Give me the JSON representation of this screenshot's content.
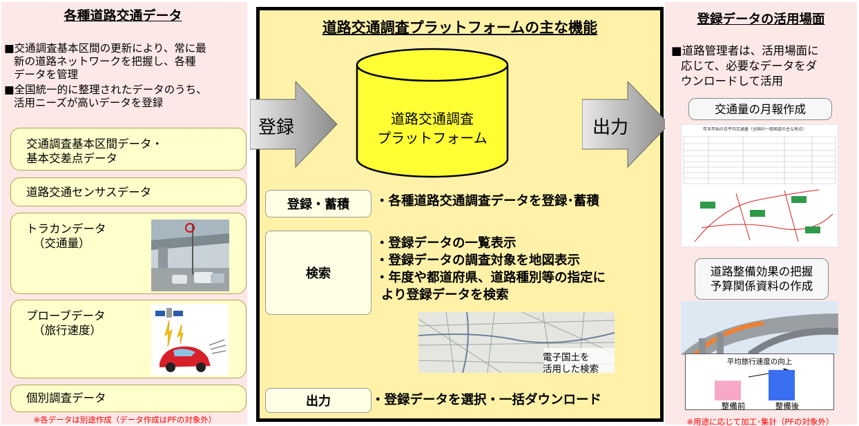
{
  "left": {
    "title": "各種道路交通データ",
    "desc1_line1": "■交通調査基本区間の更新により、常に最",
    "desc1_line2": "新の道路ネットワークを把握し、各種",
    "desc1_line3": "データを管理",
    "desc2_line1": "■全国統一的に整理されたデータのうち、",
    "desc2_line2": "活用ニーズが高いデータを登録",
    "box1_line1": "交通調査基本区間データ・",
    "box1_line2": "基本交差点データ",
    "box2": "道路交通センサスデータ",
    "box3_line1": "トラカンデータ",
    "box3_line2": "（交通量）",
    "box4_line1": "プローブデータ",
    "box4_line2": "（旅行速度）",
    "box5": "個別調査データ",
    "note": "※各データは別途作成（データ作成はPFの対象外）"
  },
  "arrows": {
    "register": "登録",
    "output": "出力"
  },
  "center": {
    "title": "道路交通調査プラットフォームの主な機能",
    "db_line1": "道路交通調査",
    "db_line2": "プラットフォーム",
    "box_register": "登録・蓄積",
    "bullet_register": "・各種道路交通調査データを登録･蓄積",
    "box_search": "検索",
    "bullet_search1": "・登録データの一覧表示",
    "bullet_search2": "・登録データの調査対象を地図表示",
    "bullet_search3": "・年度や都道府県、道路種別等の指定に",
    "bullet_search3b": "より登録データを検索",
    "map_caption1": "電子国土を",
    "map_caption2": "活用した検索",
    "box_output": "出力",
    "bullet_output": "・登録データを選択・一括ダウンロード"
  },
  "right": {
    "title": "登録データの活用場面",
    "desc_line1": "■道路管理者は、活用場面に",
    "desc_line2": "応じて、必要なデータをダ",
    "desc_line3": "ウンロードして活用",
    "box1": "交通量の月報作成",
    "report_title": "年末年始の日平均交通量（全国の一般国道の主な地点）",
    "box2_line1": "道路整備効果の把握",
    "box2_line2": "予算関係資料の作成",
    "chart_title": "平均旅行速度の向上",
    "note": "※用途に応じて加工･集計（PFの対象外）"
  },
  "chart_data": {
    "type": "bar",
    "title": "平均旅行速度の向上",
    "categories": [
      "整備前",
      "整備後"
    ],
    "values": [
      0.55,
      0.85
    ],
    "colors": [
      "#f7a8c8",
      "#3a6ff2"
    ]
  },
  "colors": {
    "side_panel_bg": "#fde8e8",
    "center_panel_bg": "#fff2a8",
    "database_yellow": "#ffff33",
    "note_red": "#ff0000"
  }
}
